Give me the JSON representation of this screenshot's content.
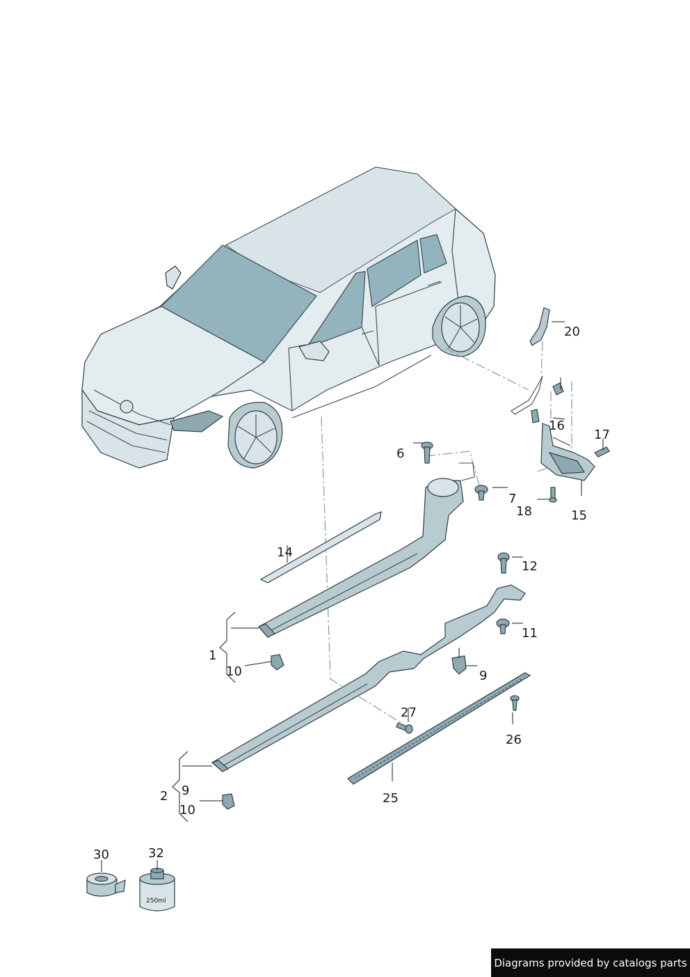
{
  "callouts": {
    "c1": "1",
    "c2": "2",
    "c6": "6",
    "c7": "7",
    "c9a": "9",
    "c9b": "9",
    "c10a": "10",
    "c10b": "10",
    "c11": "11",
    "c12": "12",
    "c14": "14",
    "c15": "15",
    "c16": "16",
    "c17": "17",
    "c18": "18",
    "c20": "20",
    "c25": "25",
    "c26": "26",
    "c27": "27",
    "c30": "30",
    "c32": "32"
  },
  "can_label": "250ml",
  "watermark": "Diagrams provided by catalogs parts"
}
